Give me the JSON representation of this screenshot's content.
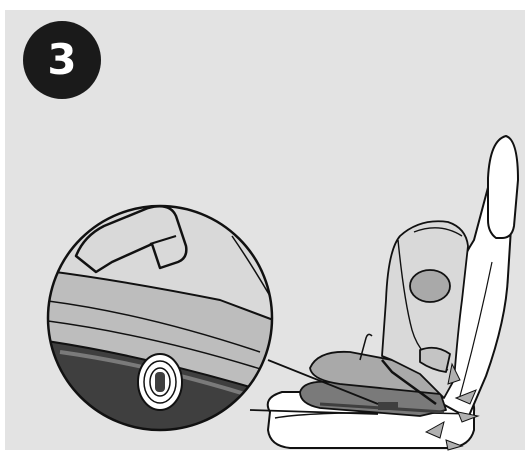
{
  "step": {
    "number": "3"
  },
  "colors": {
    "panel_background": "#e3e3e3",
    "badge_fill": "#1a1a1a",
    "badge_text": "#ffffff",
    "outline": "#111111",
    "seat_fill": "#ffffff",
    "child_seat_fill": "#d9d9d9",
    "child_seat_shadow": "#a9a9a9",
    "base_fill": "#7a7a7a",
    "base_dark": "#3f3f3f"
  },
  "icons": [
    "step-number-badge",
    "vehicle-seat",
    "child-car-seat",
    "magnified-detail-circle",
    "isofix-connector-icon",
    "click-indicator-icon"
  ]
}
